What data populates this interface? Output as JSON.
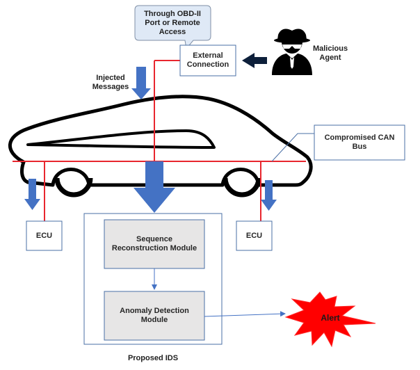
{
  "callout": {
    "text": "Through OBD-II\nPort or  Remote\nAccess"
  },
  "external_connection": {
    "label": "External\nConnection"
  },
  "malicious_agent": {
    "label": "Malicious\nAgent",
    "icon": "spy-icon"
  },
  "injected_messages": {
    "label": "Injected\nMessages"
  },
  "compromised_bus": {
    "label": "Compromised CAN\nBus"
  },
  "ecu_left": {
    "label": "ECU"
  },
  "ecu_right": {
    "label": "ECU"
  },
  "ids": {
    "sequence_module": "Sequence\nReconstruction Module",
    "anomaly_module": "Anomaly Detection\nModule",
    "caption": "Proposed IDS"
  },
  "alert": {
    "label": "Alert"
  },
  "colors": {
    "bus_line": "#e8262e",
    "arrow_blue": "#4472c4",
    "module_fill": "#e7e6e6",
    "box_border": "#4a6fa5",
    "alert_fill": "#ff0000",
    "callout_fill": "#dfe9f6"
  }
}
